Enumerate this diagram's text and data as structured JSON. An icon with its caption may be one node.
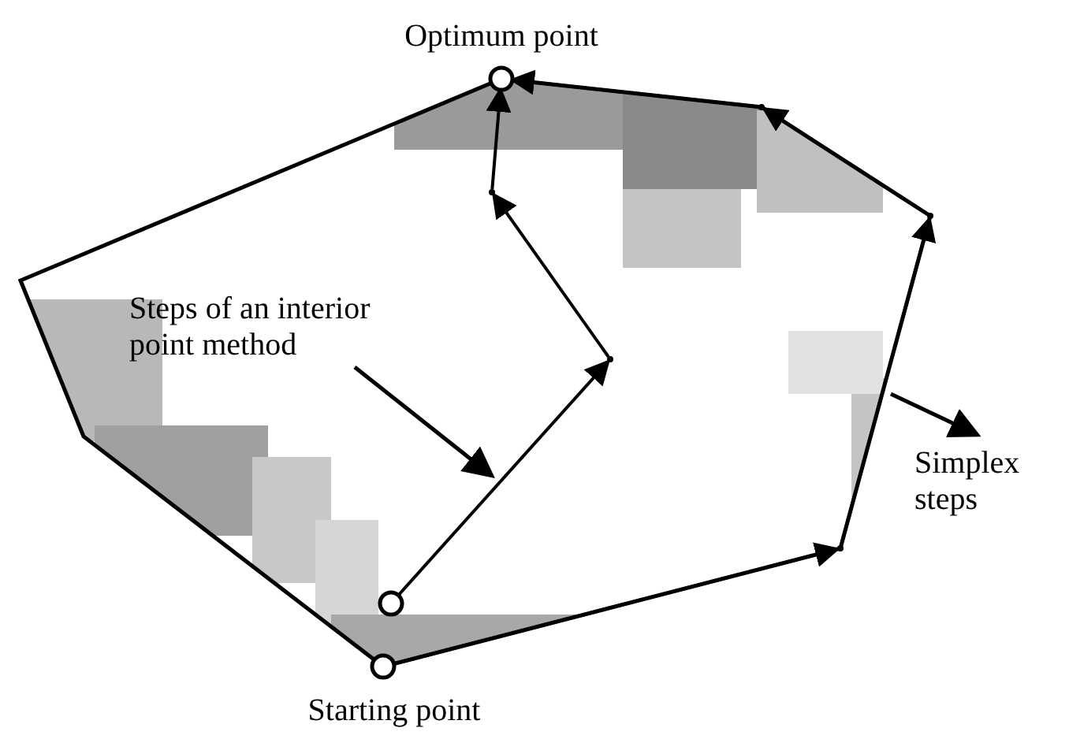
{
  "diagram": {
    "nodes": [
      {
        "text": [
          "Optimum point"
        ]
      },
      {
        "text": [
          "Starting point"
        ]
      },
      {
        "text": [],
        "shape": "circle"
      },
      {
        "text": [],
        "shape": "point"
      },
      {
        "text": [],
        "shape": "point"
      },
      {
        "text": [],
        "shape": "point"
      },
      {
        "text": [],
        "shape": "point"
      },
      {
        "text": [],
        "shape": "point"
      },
      {
        "text": [
          "Steps of an interior point method"
        ]
      },
      {
        "text": [
          "Simplex steps"
        ]
      }
    ],
    "edges": [
      {
        "from": 1,
        "to": 3,
        "arrow": "to"
      },
      {
        "from": 3,
        "to": 4,
        "arrow": "to"
      },
      {
        "from": 4,
        "to": 5,
        "arrow": "to"
      },
      {
        "from": 5,
        "to": 0,
        "arrow": "to"
      },
      {
        "from": 2,
        "to": 6,
        "arrow": "to"
      },
      {
        "from": 6,
        "to": 7,
        "arrow": "to"
      },
      {
        "from": 7,
        "to": 0,
        "arrow": "to"
      },
      {
        "from": 8,
        "to": null,
        "arrow": "to"
      },
      {
        "from": null,
        "to": 9,
        "arrow": "to"
      }
    ]
  }
}
